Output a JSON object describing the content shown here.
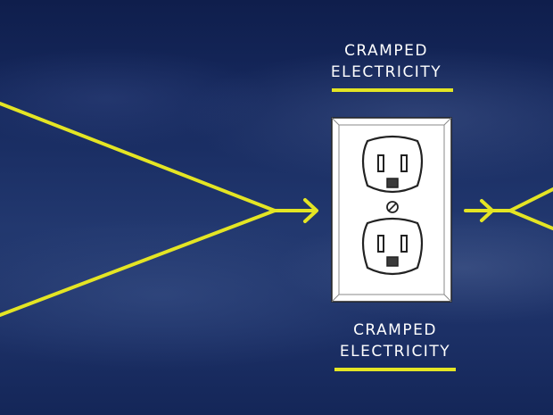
{
  "captions": {
    "top": {
      "line1": "CRAMPED",
      "line2": "ELECTRICITY"
    },
    "bottom": {
      "line1": "CRAMPED",
      "line2": "ELECTRICITY"
    }
  },
  "colors": {
    "accent": "#e4e524",
    "sky_dark": "#0f1e4c",
    "sky_light": "#2f4a85",
    "plate": "#ffffff",
    "ink": "#222222"
  },
  "icons": {
    "outlet": "duplex-outlet-icon",
    "arrow": "arrow-right-icon"
  }
}
